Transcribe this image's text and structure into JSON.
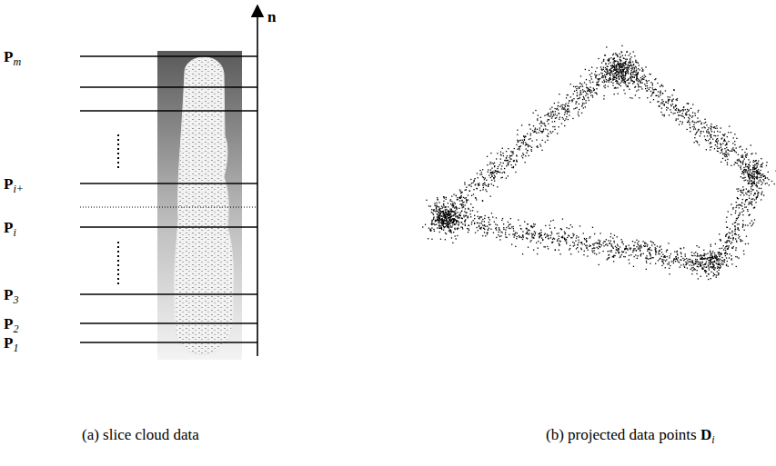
{
  "diagram": {
    "labels": [
      "n",
      "Pm",
      "Pi+",
      "Pi",
      "P3",
      "P2",
      "P1",
      "(a) slice cloud data",
      "(b) projected data points Di"
    ]
  }
}
